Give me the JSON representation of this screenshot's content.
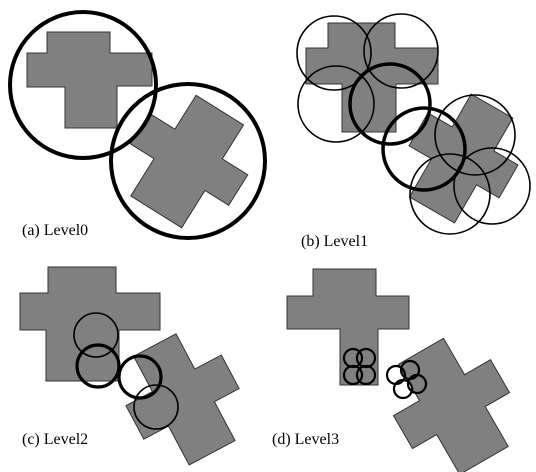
{
  "colors": {
    "shape_fill": "#808080",
    "shape_stroke": "#333333",
    "circle_stroke": "#000000",
    "background": "#ffffff"
  },
  "panels": [
    {
      "id": "a",
      "caption": "(a) Level0"
    },
    {
      "id": "b",
      "caption": "(b) Level1"
    },
    {
      "id": "c",
      "caption": "(c) Level2"
    },
    {
      "id": "d",
      "caption": "(d) Level3"
    }
  ]
}
